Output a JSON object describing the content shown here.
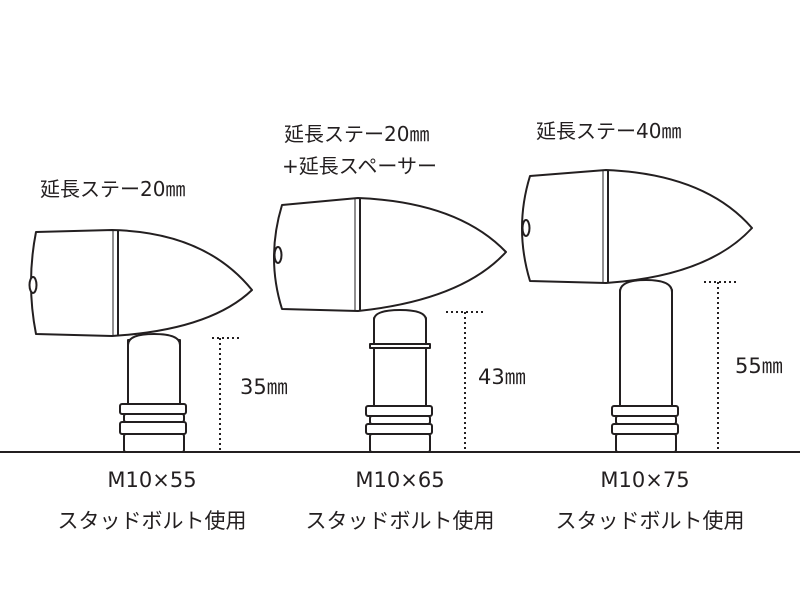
{
  "colors": {
    "line": "#231f20",
    "background": "#ffffff"
  },
  "variants": [
    {
      "caption_lines": [
        "延長ステー20㎜"
      ],
      "dimension_label": "35㎜",
      "bolt_size": "M10×55",
      "bolt_note": "スタッドボルト使用"
    },
    {
      "caption_lines": [
        "延長ステー20㎜",
        "+延長スペーサー"
      ],
      "dimension_label": "43㎜",
      "bolt_size": "M10×65",
      "bolt_note": "スタッドボルト使用"
    },
    {
      "caption_lines": [
        "延長ステー40㎜"
      ],
      "dimension_label": "55㎜",
      "bolt_size": "M10×75",
      "bolt_note": "スタッドボルト使用"
    }
  ]
}
